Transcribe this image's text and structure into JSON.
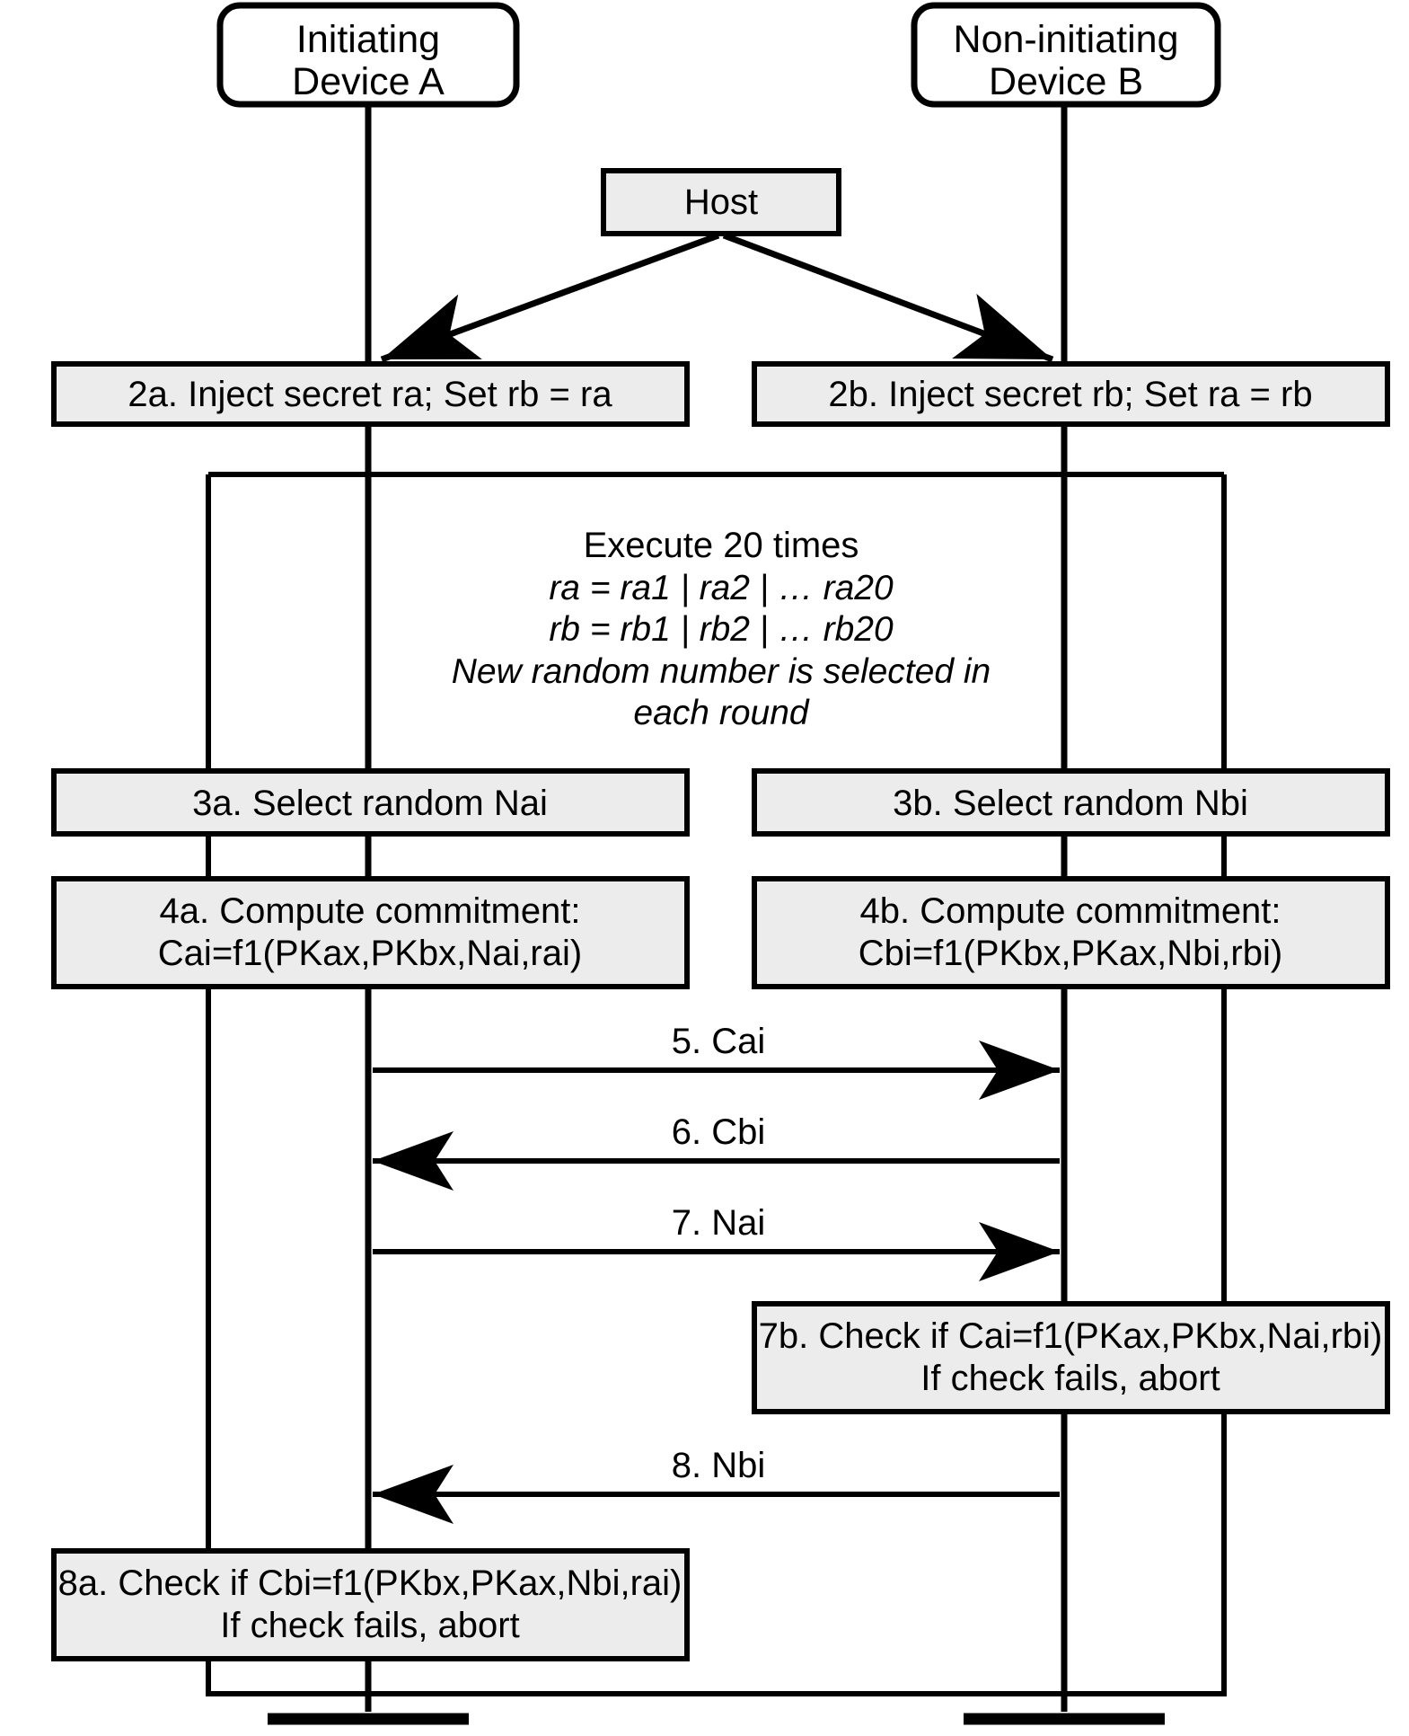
{
  "diagram": {
    "title": "Bluetooth numeric-comparison / passkey entry authentication sequence",
    "colors": {
      "box_fill": "#ececec",
      "header_fill": "#ffffff",
      "stroke": "#000000",
      "background": "#ffffff"
    },
    "lifelines": [
      {
        "id": "device-a",
        "label_line1": "Initiating",
        "label_line2": "Device A"
      },
      {
        "id": "device-b",
        "label_line1": "Non-initiating",
        "label_line2": "Device B"
      }
    ],
    "host": {
      "label": "Host"
    },
    "steps": {
      "step2a": {
        "line1": "2a.  Inject secret ra; Set rb = ra"
      },
      "step2b": {
        "line1": "2b.  Inject secret rb; Set ra = rb"
      },
      "step3a": {
        "line1": "3a.  Select random Nai"
      },
      "step3b": {
        "line1": "3b.  Select random Nbi"
      },
      "step4a": {
        "line1": "4a.  Compute commitment:",
        "line2": "Cai=f1(PKax,PKbx,Nai,rai)"
      },
      "step4b": {
        "line1": "4b.  Compute commitment:",
        "line2": "Cbi=f1(PKbx,PKax,Nbi,rbi)"
      },
      "step7b": {
        "line1": "7b.  Check if Cai=f1(PKax,PKbx,Nai,rbi)",
        "line2": "If check fails, abort"
      },
      "step8a": {
        "line1": "8a.  Check if Cbi=f1(PKbx,PKax,Nbi,rai)",
        "line2": "If check fails, abort"
      }
    },
    "loop": {
      "line1": "Execute 20 times",
      "line2": "ra = ra1 | ra2 | … ra20",
      "line3": "rb = rb1 | rb2 | … rb20",
      "line4": "New random number is selected in",
      "line5": "each round"
    },
    "messages": [
      {
        "id": "msg5",
        "label": "5.  Cai",
        "direction": "a-to-b"
      },
      {
        "id": "msg6",
        "label": "6.  Cbi",
        "direction": "b-to-a"
      },
      {
        "id": "msg7",
        "label": "7.  Nai",
        "direction": "a-to-b"
      },
      {
        "id": "msg8",
        "label": "8.  Nbi",
        "direction": "b-to-a"
      }
    ]
  }
}
